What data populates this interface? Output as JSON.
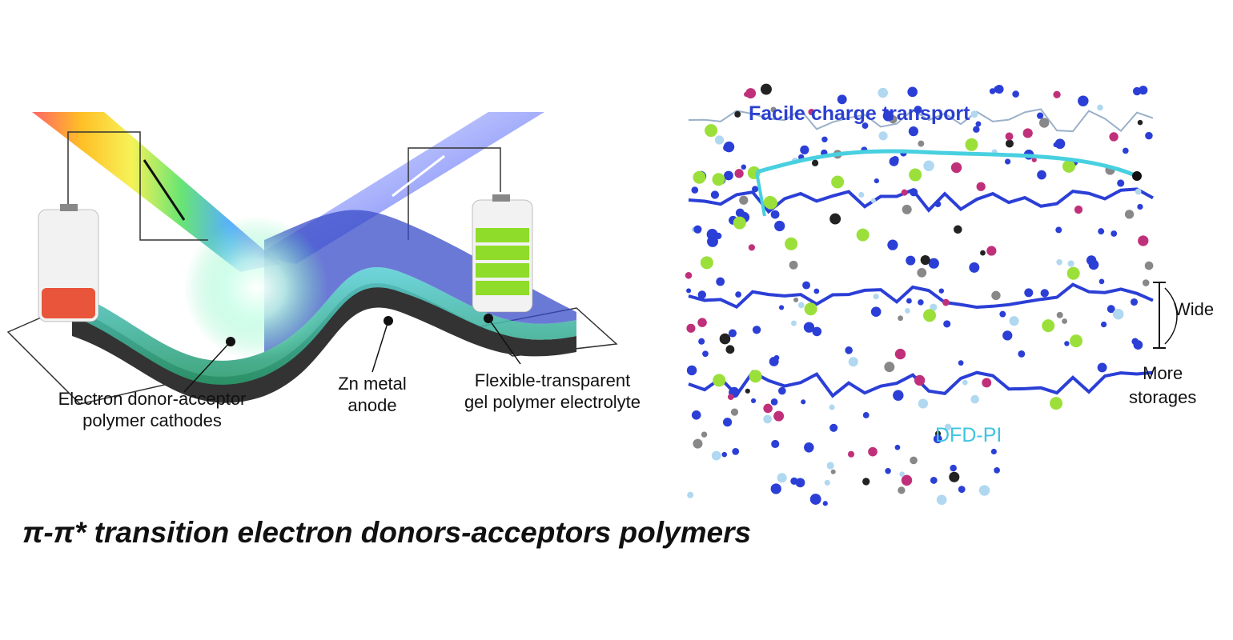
{
  "left_panel": {
    "labels": {
      "cathode": [
        "Electron donor-acceptor",
        "polymer cathodes"
      ],
      "anode": [
        "Zn metal",
        "anode"
      ],
      "electrolyte": [
        "Flexible-transparent",
        "gel polymer electrolyte"
      ]
    },
    "colors": {
      "battery_empty": "#e8553a",
      "battery_full": "#8fdc2a",
      "beam_blue": "#4a5cf0",
      "film": "#3a4cc8"
    }
  },
  "right_panel": {
    "transport_label": "Facile charge transport",
    "material_label": "DFD-PI",
    "spacing_label": "Wide",
    "storage_label": [
      "More",
      "storages"
    ],
    "colors": {
      "transport": "#2a3fd0",
      "material": "#3ec4e0",
      "molecule": "#2b3fd6",
      "ion": "#9be03a"
    }
  },
  "caption": "π-π* transition electron donors-acceptors polymers"
}
